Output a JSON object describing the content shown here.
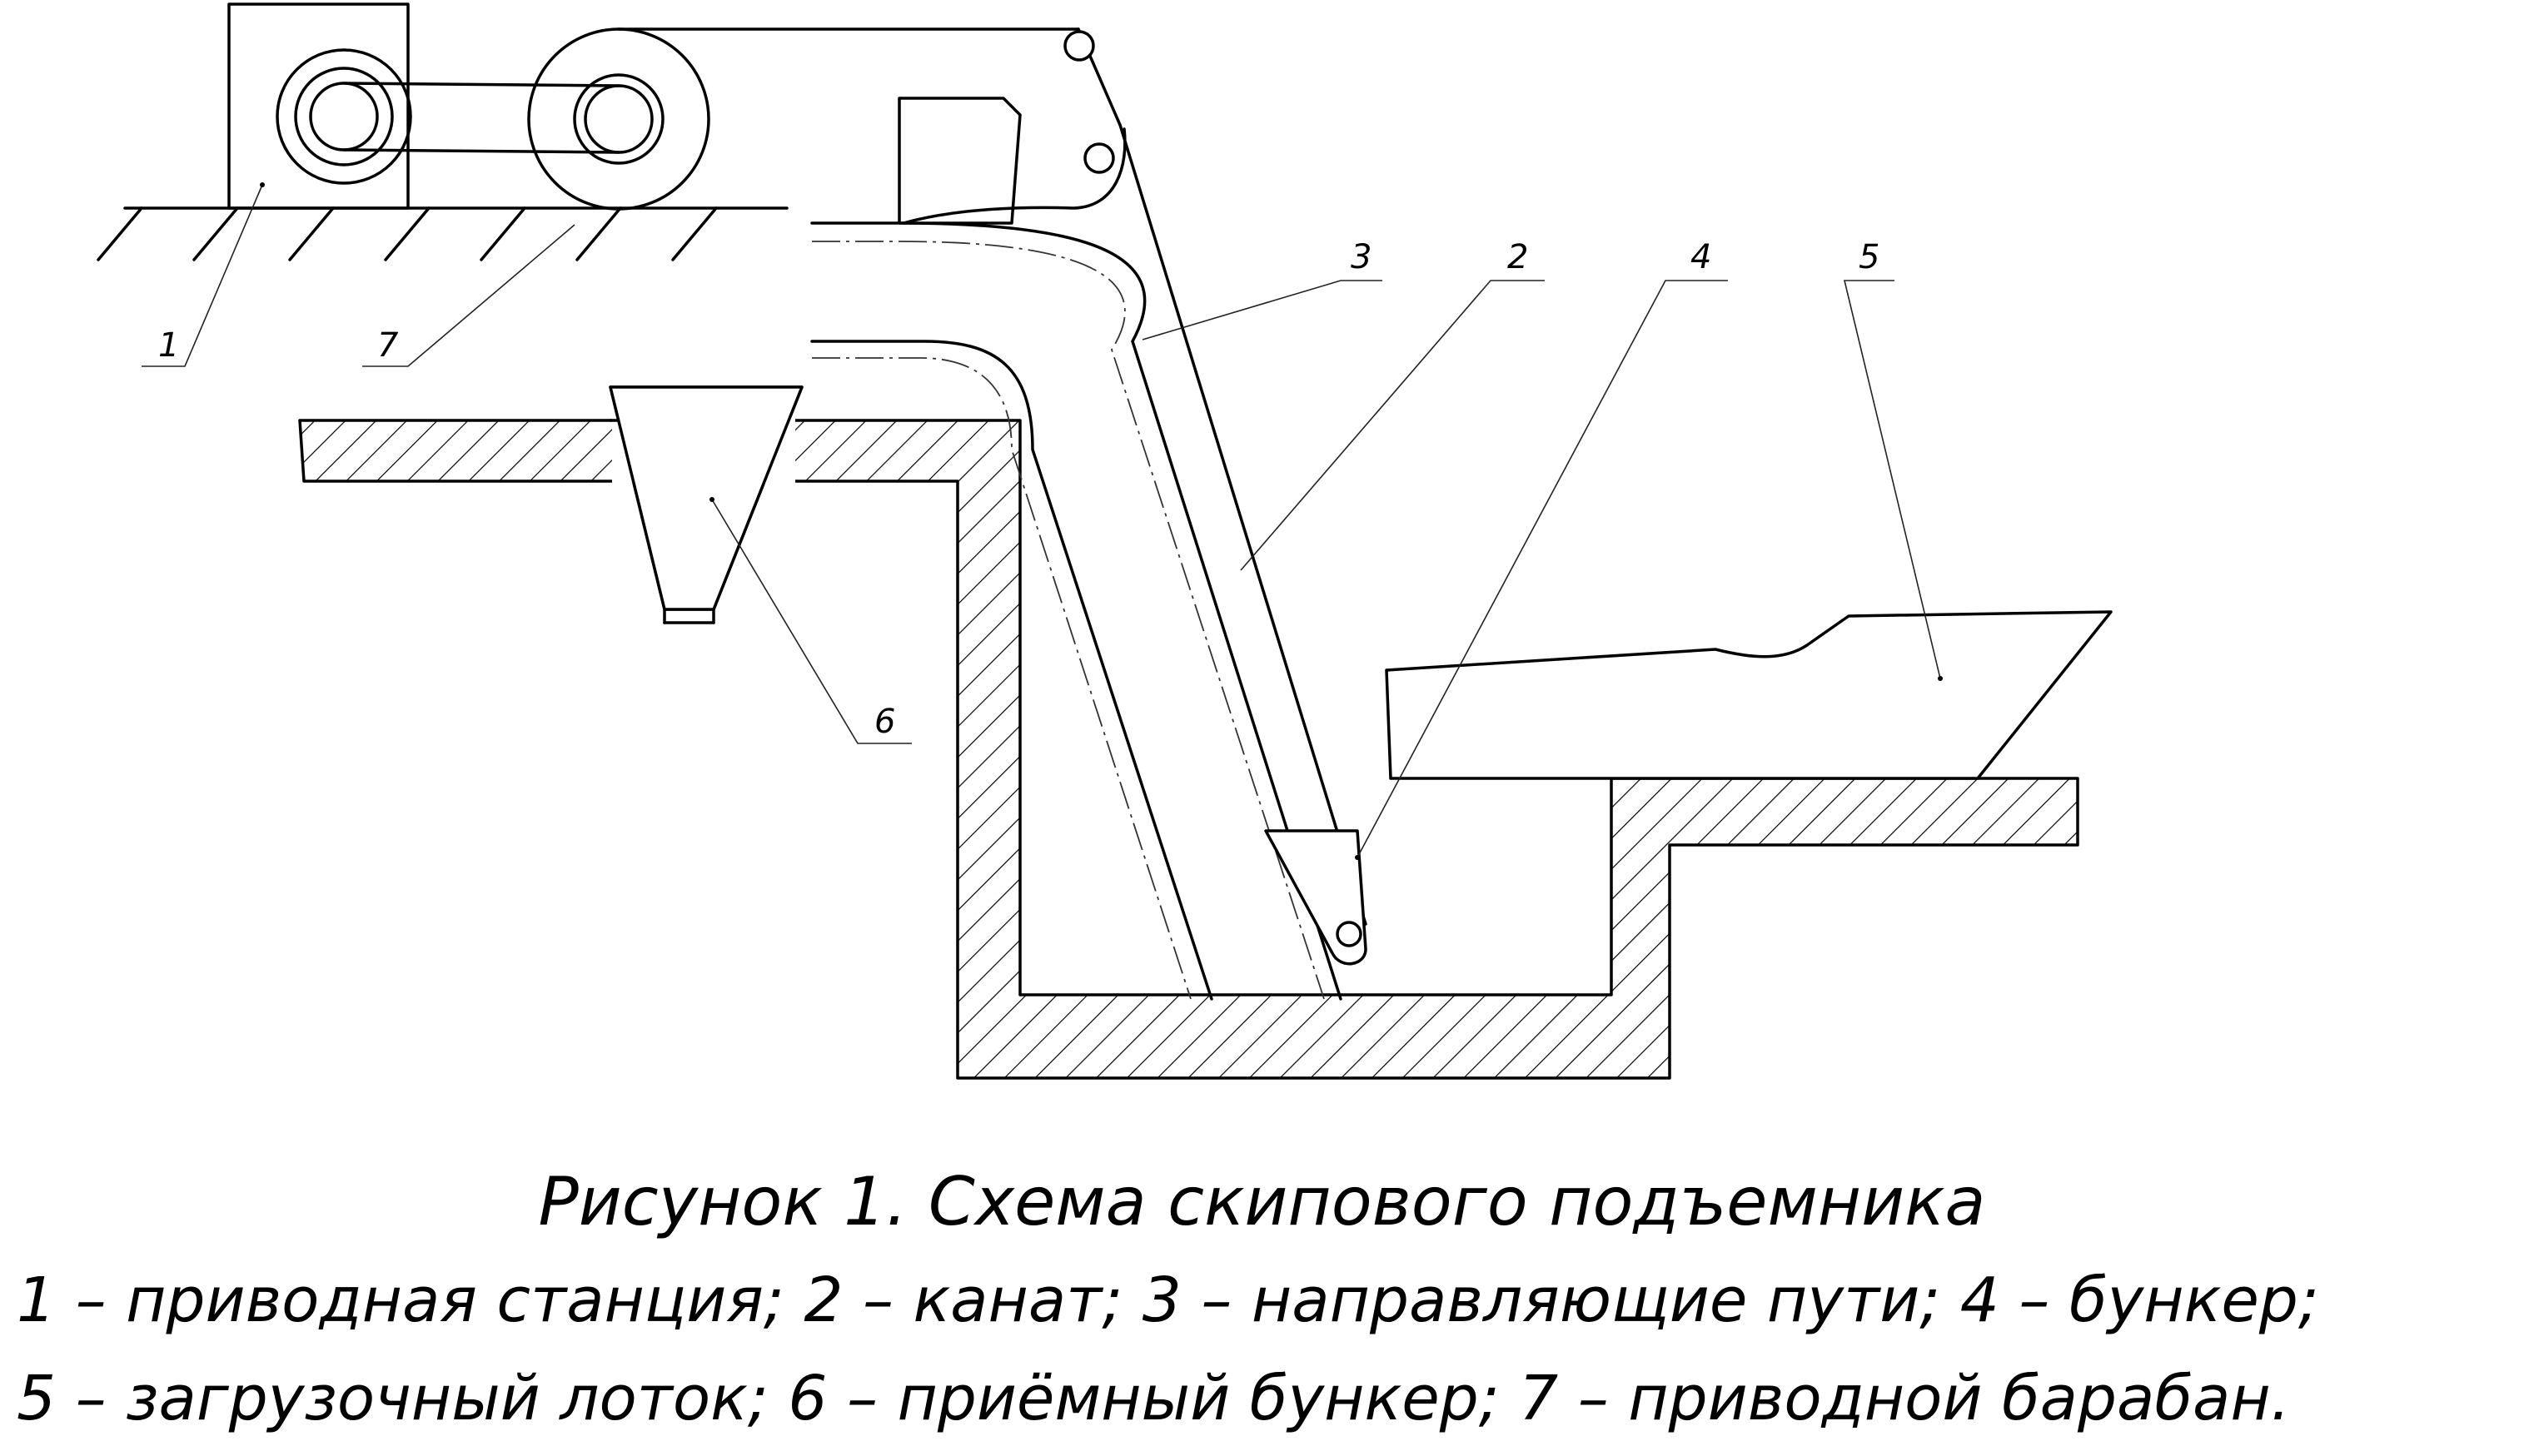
{
  "labels": {
    "drive_station": "1",
    "rope": "2",
    "guide_rails": "3",
    "skip_bucket": "4",
    "loading_chute": "5",
    "receiving_hopper": "6",
    "drive_drum": "7"
  },
  "caption": {
    "title": "Рисунок 1. Схема скипового подъемника",
    "line1": "1 – приводная станция; 2 – канат; 3 – направляющие пути; 4 – бункер;",
    "line2": "5 – загрузочный лоток; 6 – приёмный бункер; 7 – приводной барабан."
  }
}
